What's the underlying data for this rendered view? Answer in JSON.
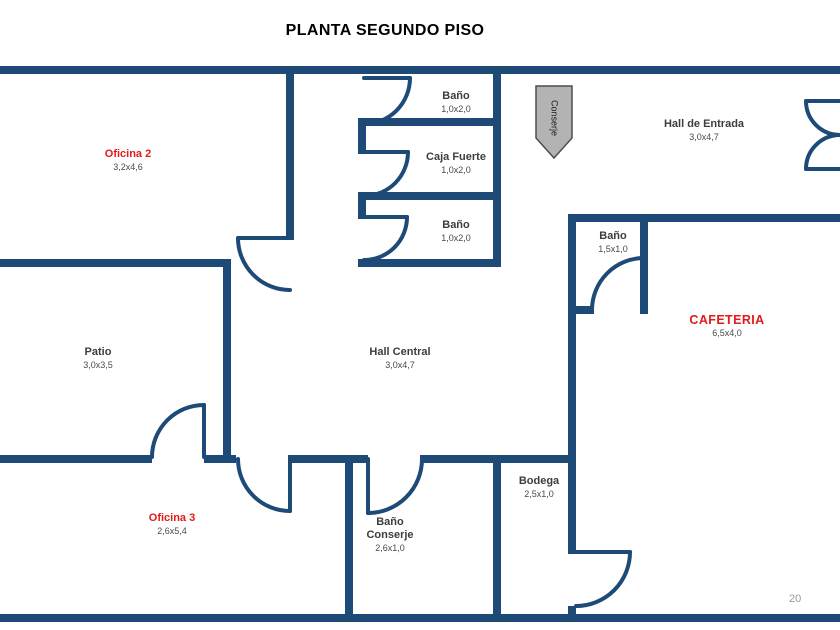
{
  "page": {
    "title": "PLANTA SEGUNDO PISO",
    "page_number": "20"
  },
  "colors": {
    "wall": "#1d4a77",
    "highlight_red": "#e01b1b",
    "label_dark": "#3d3d3d",
    "desk_fill": "#b3b3b3"
  },
  "rooms": {
    "oficina2": {
      "name": "Oficina 2",
      "dims": "3,2x4,6"
    },
    "bano_norte": {
      "name": "Baño",
      "dims": "1,0x2,0"
    },
    "caja_fuerte": {
      "name": "Caja Fuerte",
      "dims": "1,0x2,0"
    },
    "bano_sur": {
      "name": "Baño",
      "dims": "1,0x2,0"
    },
    "hall_entrada": {
      "name": "Hall de Entrada",
      "dims": "3,0x4,7"
    },
    "conserje_desk": {
      "name": "Conserje"
    },
    "bano_cafeteria": {
      "name": "Baño",
      "dims": "1,5x1,0"
    },
    "cafeteria": {
      "name": "CAFETERIA",
      "dims": "6,5x4,0"
    },
    "patio": {
      "name": "Patio",
      "dims": "3,0x3,5"
    },
    "hall_central": {
      "name": "Hall Central",
      "dims": "3,0x4,7"
    },
    "oficina3": {
      "name": "Oficina 3",
      "dims": "2,6x5,4"
    },
    "bano_conserje": {
      "name_line1": "Baño",
      "name_line2": "Conserje",
      "dims": "2,6x1,0"
    },
    "bodega": {
      "name": "Bodega",
      "dims": "2,5x1,0"
    }
  }
}
